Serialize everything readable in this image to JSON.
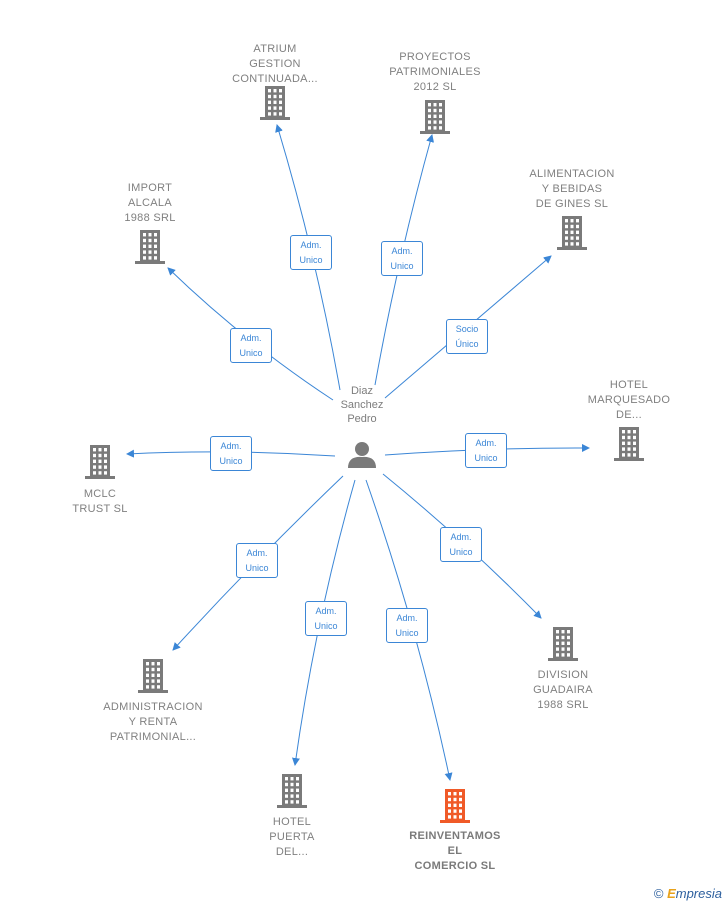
{
  "center": {
    "name_lines": [
      "Diaz",
      "Sanchez",
      "Pedro"
    ],
    "icon": "person-icon"
  },
  "companies": [
    {
      "id": "atrium",
      "lines": [
        "ATRIUM",
        "GESTION",
        "CONTINUADA..."
      ],
      "icon": "building-icon",
      "highlight": false
    },
    {
      "id": "proyectos",
      "lines": [
        "PROYECTOS",
        "PATRIMONIALES",
        "2012 SL"
      ],
      "icon": "building-icon",
      "highlight": false
    },
    {
      "id": "import",
      "lines": [
        "IMPORT",
        "ALCALA",
        "1988 SRL"
      ],
      "icon": "building-icon",
      "highlight": false
    },
    {
      "id": "alimentacion",
      "lines": [
        "ALIMENTACION",
        "Y BEBIDAS",
        "DE GINES SL"
      ],
      "icon": "building-icon",
      "highlight": false
    },
    {
      "id": "hotel-marquesado",
      "lines": [
        "HOTEL",
        "MARQUESADO",
        "DE..."
      ],
      "icon": "building-icon",
      "highlight": false
    },
    {
      "id": "mclc",
      "lines": [
        "MCLC",
        "TRUST SL"
      ],
      "icon": "building-icon",
      "highlight": false
    },
    {
      "id": "division",
      "lines": [
        "DIVISION",
        "GUADAIRA",
        "1988 SRL"
      ],
      "icon": "building-icon",
      "highlight": false
    },
    {
      "id": "administracion",
      "lines": [
        "ADMINISTRACION",
        "Y RENTA",
        "PATRIMONIAL..."
      ],
      "icon": "building-icon",
      "highlight": false
    },
    {
      "id": "hotel-puerta",
      "lines": [
        "HOTEL",
        "PUERTA",
        "DEL..."
      ],
      "icon": "building-icon",
      "highlight": false
    },
    {
      "id": "reinventamos",
      "lines": [
        "REINVENTAMOS",
        "EL",
        "COMERCIO SL"
      ],
      "icon": "building-icon",
      "highlight": true
    }
  ],
  "relations": [
    {
      "target": "atrium",
      "lines": [
        "Adm.",
        "Unico"
      ]
    },
    {
      "target": "proyectos",
      "lines": [
        "Adm.",
        "Unico"
      ]
    },
    {
      "target": "import",
      "lines": [
        "Adm.",
        "Unico"
      ]
    },
    {
      "target": "alimentacion",
      "lines": [
        "Socio",
        "Único"
      ]
    },
    {
      "target": "hotel-marquesado",
      "lines": [
        "Adm.",
        "Unico"
      ]
    },
    {
      "target": "mclc",
      "lines": [
        "Adm.",
        "Unico"
      ]
    },
    {
      "target": "division",
      "lines": [
        "Adm.",
        "Unico"
      ]
    },
    {
      "target": "administracion",
      "lines": [
        "Adm.",
        "Unico"
      ]
    },
    {
      "target": "hotel-puerta",
      "lines": [
        "Adm.",
        "Unico"
      ]
    },
    {
      "target": "reinventamos",
      "lines": [
        "Adm.",
        "Unico"
      ]
    }
  ],
  "colors": {
    "edge": "#3b86d6",
    "building": "#7a7a7a",
    "building_highlight": "#f05a28",
    "text": "#808080"
  },
  "footer": {
    "copyright": "©",
    "brand_first": "E",
    "brand_rest": "mpresia"
  }
}
